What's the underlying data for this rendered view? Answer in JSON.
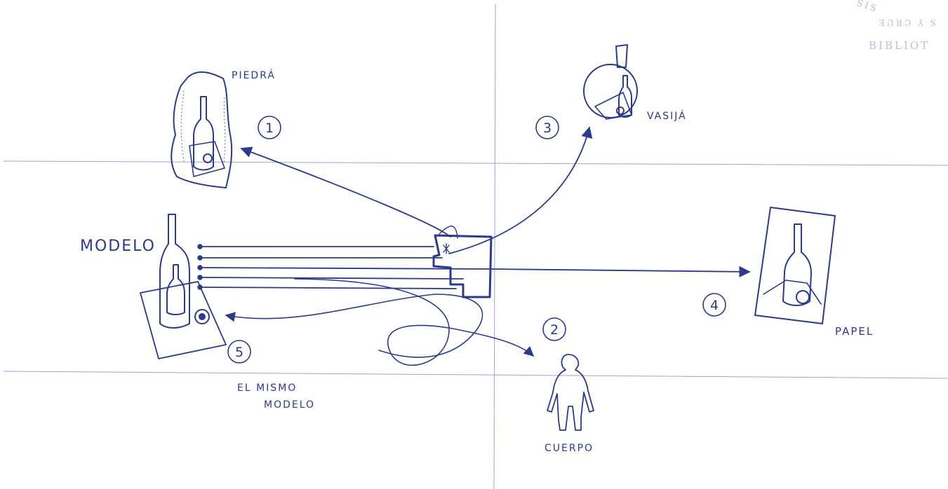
{
  "diagram": {
    "ink_color": "#2b3a8c",
    "guide_color": "#9aa6cc",
    "paper_color": "#ffffff",
    "stamp": {
      "line1": "BIBLIOT",
      "line2": "S Y CRUE",
      "arc": "SIS"
    },
    "labels": {
      "modelo": "MODELO",
      "piedra": "PIEDRÁ",
      "vasija": "VASIJÁ",
      "papel": "PAPEL",
      "cuerpo": "CUERPO",
      "mismo_line1": "EL MISMO",
      "mismo_line2": "MODELO"
    },
    "numbers": [
      "1",
      "2",
      "3",
      "4",
      "5"
    ]
  }
}
